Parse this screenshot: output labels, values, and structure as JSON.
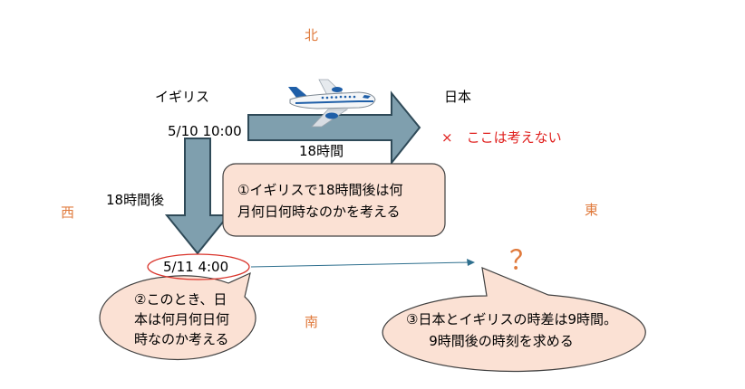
{
  "directions": {
    "north": "北",
    "south": "南",
    "east": "東",
    "west": "西"
  },
  "places": {
    "uk": "イギリス",
    "japan": "日本"
  },
  "times": {
    "start": "5/10 10:00",
    "end": "5/11 4:00"
  },
  "flight": {
    "duration": "18時間"
  },
  "down": {
    "label": "18時間後"
  },
  "ignore_note": "×　ここは考えない",
  "question_mark": "？",
  "callouts": {
    "step1": [
      "①イギリスで18時間後は何",
      "月何日何時なのかを考える"
    ],
    "step2": [
      "②このとき、日",
      "本は何月何日何",
      "時なのか考える"
    ],
    "step3": [
      "③日本とイギリスの時差は9時間。",
      "9時間後の時刻を求める"
    ]
  },
  "colors": {
    "arrow_fill": "#7f9fae",
    "arrow_stroke": "#2f4a58",
    "callout_fill": "#fbe1d4",
    "callout_stroke": "#404040",
    "direction_text": "#e07a3c",
    "warning_text": "#e0201e",
    "time_ellipse": "#d9342b",
    "connector": "#2e6f8e"
  }
}
